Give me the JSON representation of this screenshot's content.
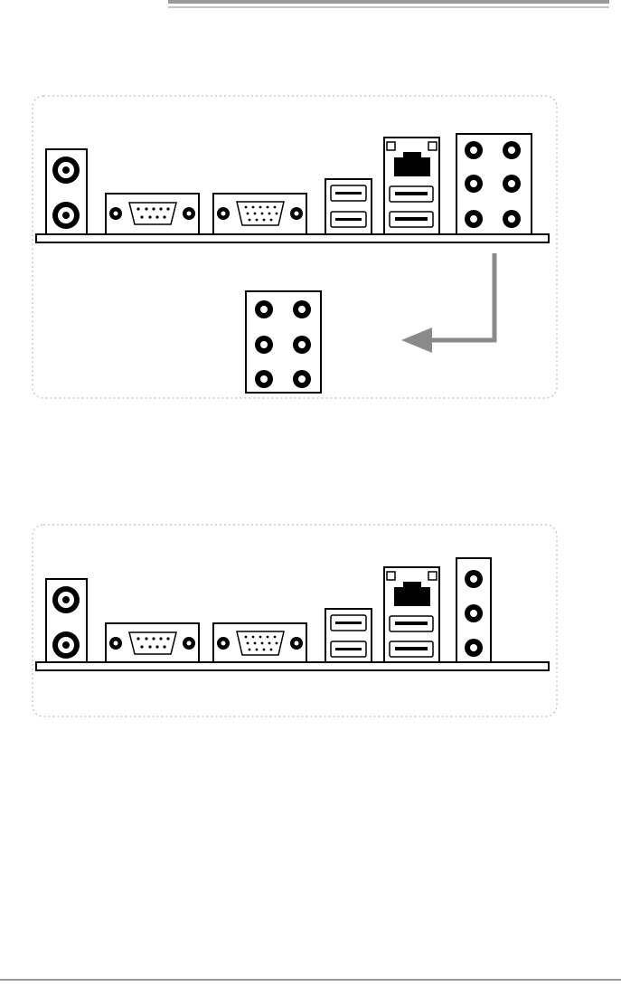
{
  "figure": {
    "panels": [
      {
        "id": "six-jack-audio",
        "ports": [
          "ps2-mouse",
          "ps2-keyboard",
          "serial-com",
          "vga",
          "usb-x2",
          "lan-usb-x2",
          "audio-6-jack"
        ],
        "audio_jacks": 6,
        "callout": {
          "jacks": 6,
          "arrow_color": "#8a8a8a"
        }
      },
      {
        "id": "three-jack-audio",
        "ports": [
          "ps2-mouse",
          "ps2-keyboard",
          "serial-com",
          "vga",
          "usb-x2",
          "lan-usb-x2",
          "audio-3-jack"
        ],
        "audio_jacks": 3
      }
    ],
    "colors": {
      "line": "#000000",
      "frame": "#bdbdbd",
      "rule": "#9a9a9a",
      "arrow": "#8a8a8a"
    }
  }
}
